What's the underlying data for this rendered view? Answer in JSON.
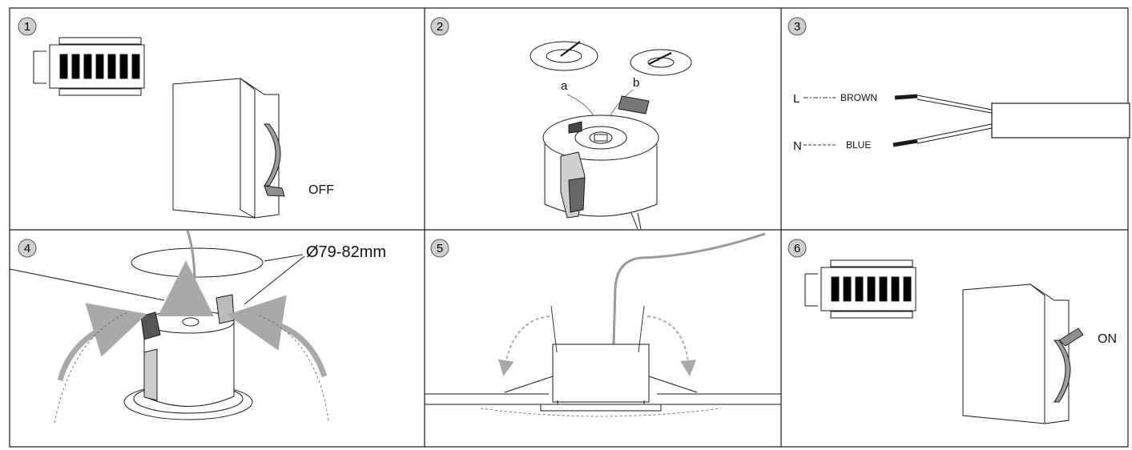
{
  "panels": [
    {
      "step": "1",
      "labels": {
        "state": "OFF"
      }
    },
    {
      "step": "2",
      "labels": {
        "part_a": "a",
        "part_b": "b"
      }
    },
    {
      "step": "3",
      "labels": {
        "wire_l": "L",
        "wire_l_color": "BROWN",
        "wire_n": "N",
        "wire_n_color": "BLUE"
      }
    },
    {
      "step": "4",
      "labels": {
        "cutout": "Ø79-82mm"
      }
    },
    {
      "step": "5",
      "labels": {}
    },
    {
      "step": "6",
      "labels": {
        "state": "ON"
      }
    }
  ],
  "colors": {
    "line": "#1a1a1a",
    "badge_fill": "#cfcfcf",
    "arrow_gray": "#a9a9a9",
    "cable_gray": "#9a9a9a",
    "black_fill": "#000000"
  }
}
